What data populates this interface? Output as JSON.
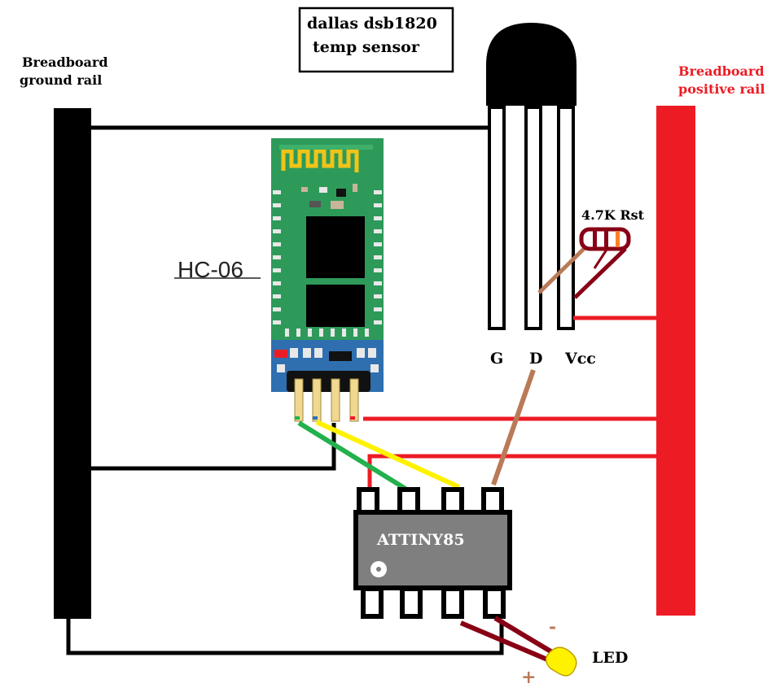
{
  "labels": {
    "sensor_title_line1": "dallas dsb1820",
    "sensor_title_line2": "temp sensor",
    "ground_rail_line1": "Breadboard",
    "ground_rail_line2": "ground rail",
    "positive_rail_line1": "Breadboard",
    "positive_rail_line2": "positive rail",
    "bluetooth_module": "HC-06",
    "resistor": "4.7K Rst",
    "pin_g": "G",
    "pin_d": "D",
    "pin_vcc": "Vcc",
    "microcontroller": "ATTINY85",
    "led": "LED",
    "led_minus": "-",
    "led_plus": "+"
  },
  "colors": {
    "ground_rail": "#000000",
    "positive_rail": "#ed1c24",
    "positive_label": "#ed1c24",
    "wire_ground": "#000000",
    "wire_power": "#ed1c24",
    "wire_green": "#22b14c",
    "wire_yellow": "#fff200",
    "wire_brown": "#b97a57",
    "wire_darkred": "#880015",
    "chip_body": "#7f7f7f",
    "pcb_green": "#2e9a5a",
    "pcb_blue": "#2f6fb0",
    "header_pins": "#f0d890",
    "led_body": "#fff200"
  }
}
